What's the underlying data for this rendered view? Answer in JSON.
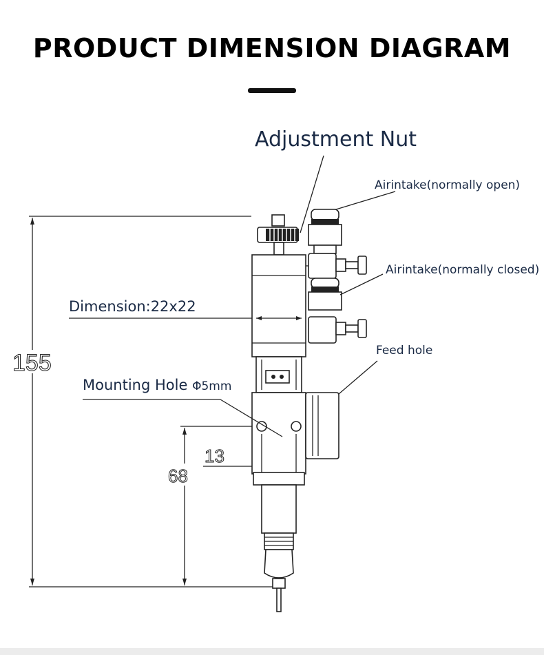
{
  "title": "PRODUCT DIMENSION DIAGRAM",
  "labels": {
    "adjustment_nut": "Adjustment Nut",
    "airintake_open": "Airintake(normally open)",
    "airintake_closed": "Airintake(normally closed)",
    "dimension": "Dimension:22x22",
    "feed_hole": "Feed hole",
    "mounting_hole": "Mounting Hole",
    "mounting_hole_size": "Φ5mm"
  },
  "dimensions": {
    "total_height": "155",
    "lower_height": "68",
    "hole_spacing": "13"
  },
  "colors": {
    "label": "#1a2a45",
    "line": "#222222",
    "title": "#000000"
  }
}
